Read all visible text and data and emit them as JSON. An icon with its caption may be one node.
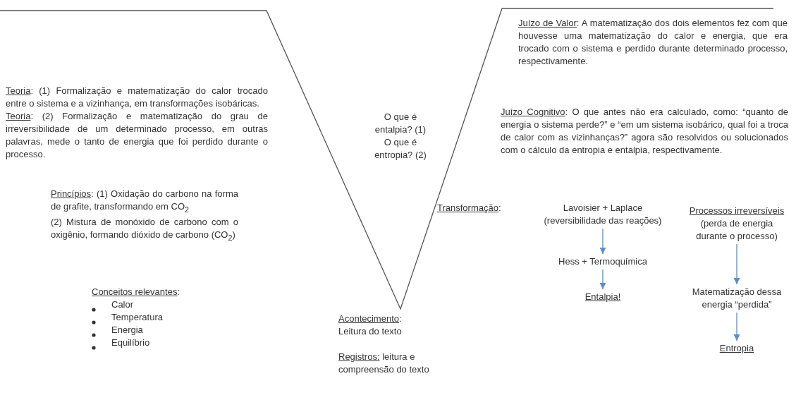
{
  "diagram": {
    "nodes": [
      {
        "text": [
          "Lavoisier + Laplace (reversibilidade das reações)"
        ]
      },
      {
        "text": [
          "Hess + Termoquímica"
        ]
      },
      {
        "text": [
          "Entalpia!"
        ]
      },
      {
        "text": [
          "Processos irreversíveis",
          "(perda de energia durante o processo)"
        ]
      },
      {
        "text": [
          "Matematização dessa energia “perdida”"
        ]
      },
      {
        "text": [
          "Entropia"
        ]
      }
    ],
    "edges": [
      {
        "from": 0,
        "to": 1,
        "arrow": "to"
      },
      {
        "from": 1,
        "to": 2,
        "arrow": "to"
      },
      {
        "from": 3,
        "to": 4,
        "arrow": "to"
      },
      {
        "from": 4,
        "to": 5,
        "arrow": "to"
      }
    ],
    "labels": [
      "Juízo de Valor: A matematização dos dois elementos fez com que houvesse uma matematização do calor e energia, que era trocado com o sistema e perdido durante determinado processo, respectivamente.",
      "Teoria: (1) Formalização e matematização do calor trocado entre o sistema e a vizinhança, em transformações isobáricas.",
      "Teoria: (2) Formalização e matematização do grau de irreversibilidade de um determinado processo, em outras palavras, mede o tanto de energia que foi perdido durante o processo.",
      "O que é entalpia? (1)",
      "O que é entropia? (2)",
      "Juízo Cognitivo: O que antes não era calculado, como: “quanto de energia o sistema perde?” e “em um sistema isobárico, qual foi a troca de calor com as vizinhanças?” agora são resolvidos ou solucionados com o cálculo da entropia e entalpia, respectivamente.",
      "Princípios: (1) Oxidação do carbono na forma de grafite, transformando em CO$_{2}$",
      "(2) Mistura de monóxido de carbono com o oxigênio, formando dióxido de carbono (CO$_{2}$)",
      "Transformação:",
      "Conceitos relevantes:",
      "Calor",
      "Temperatura",
      "Energia",
      "Equilíbrio",
      "Acontecimento: Leitura do texto",
      "Registros: leitura e compreensão do texto"
    ]
  }
}
